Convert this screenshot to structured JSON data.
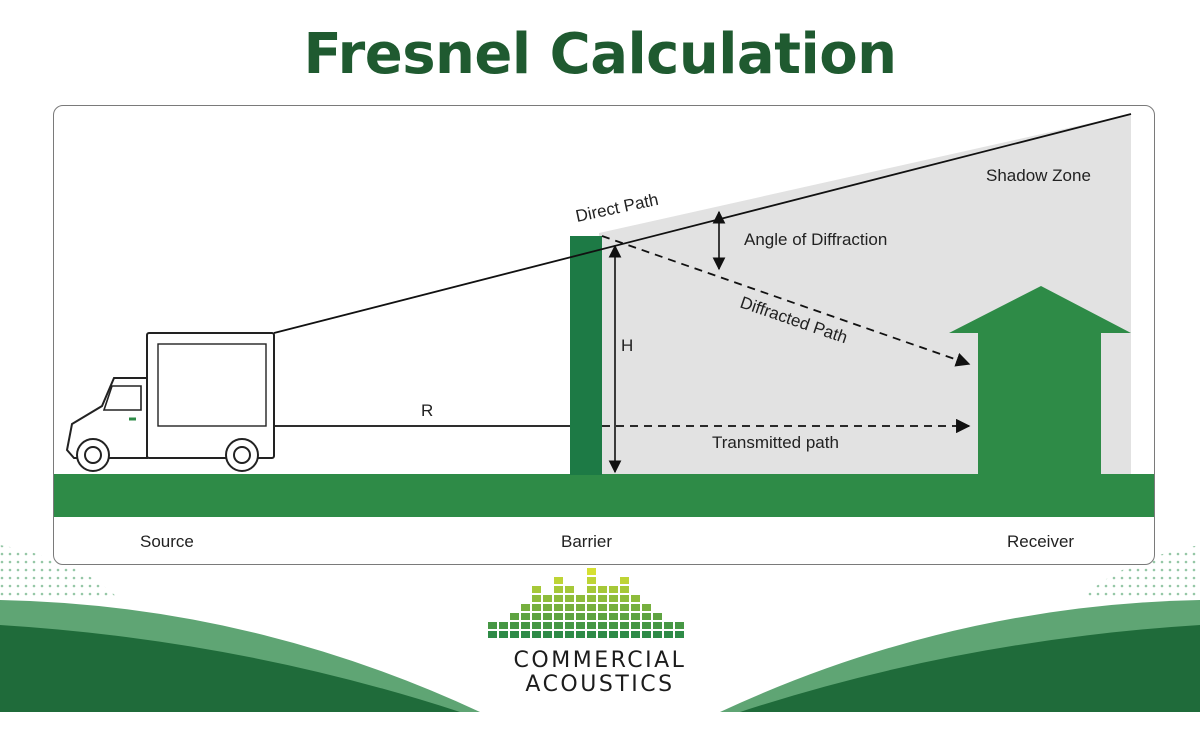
{
  "title": "Fresnel Calculation",
  "labels": {
    "direct_path": "Direct Path",
    "shadow_zone": "Shadow Zone",
    "angle_of_diffraction": "Angle of Diffraction",
    "diffracted_path": "Diffracted Path",
    "height": "H",
    "distance": "R",
    "transmitted_path": "Transmitted path",
    "source": "Source",
    "barrier": "Barrier",
    "receiver": "Receiver"
  },
  "logo": {
    "line1": "COMMERCIAL",
    "line2": "ACOUSTICS"
  },
  "colors": {
    "brand_green": "#2e8b47",
    "dark_green": "#1f5a30",
    "barrier_green": "#1d7a45",
    "shadow_gray": "#e2e2e2",
    "logo_yellow": "#d6e032"
  }
}
